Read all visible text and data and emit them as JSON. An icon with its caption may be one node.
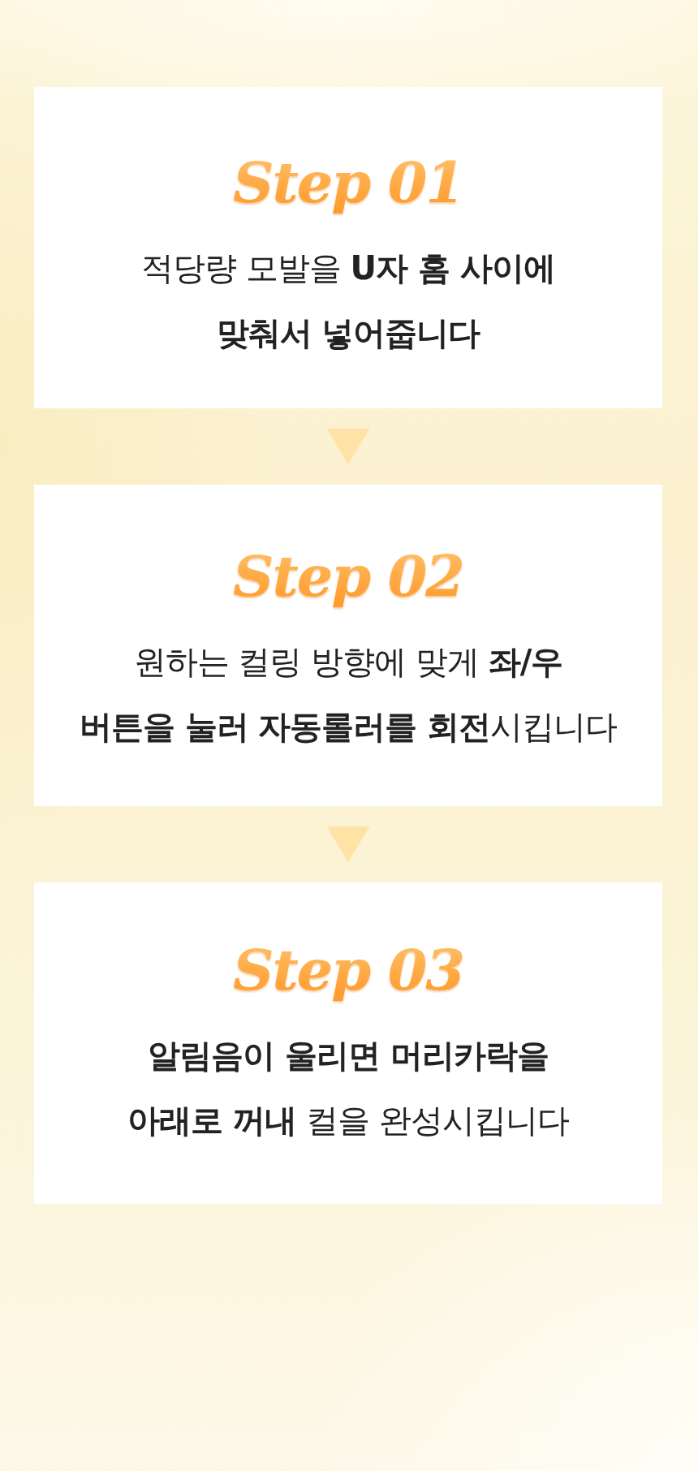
{
  "diagram": {
    "nodes": [
      {
        "text": [
          "Step 01",
          "적당량 모발을 **U자 홈 사이에 맞춰서 넣어줍니다**"
        ]
      },
      {
        "text": [
          "Step 02",
          "원하는 컬링 방향에 맞게 **좌/우 버튼을 눌러 자동롤러를 회전**시킵니다"
        ]
      },
      {
        "text": [
          "Step 03",
          "**알림음이 울리면 머리카락을 아래로 꺼내** 컬을 완성시킵니다"
        ]
      }
    ],
    "edges": [
      {
        "from": 0,
        "to": 1,
        "arrow": "to"
      },
      {
        "from": 1,
        "to": 2,
        "arrow": "to"
      }
    ]
  }
}
